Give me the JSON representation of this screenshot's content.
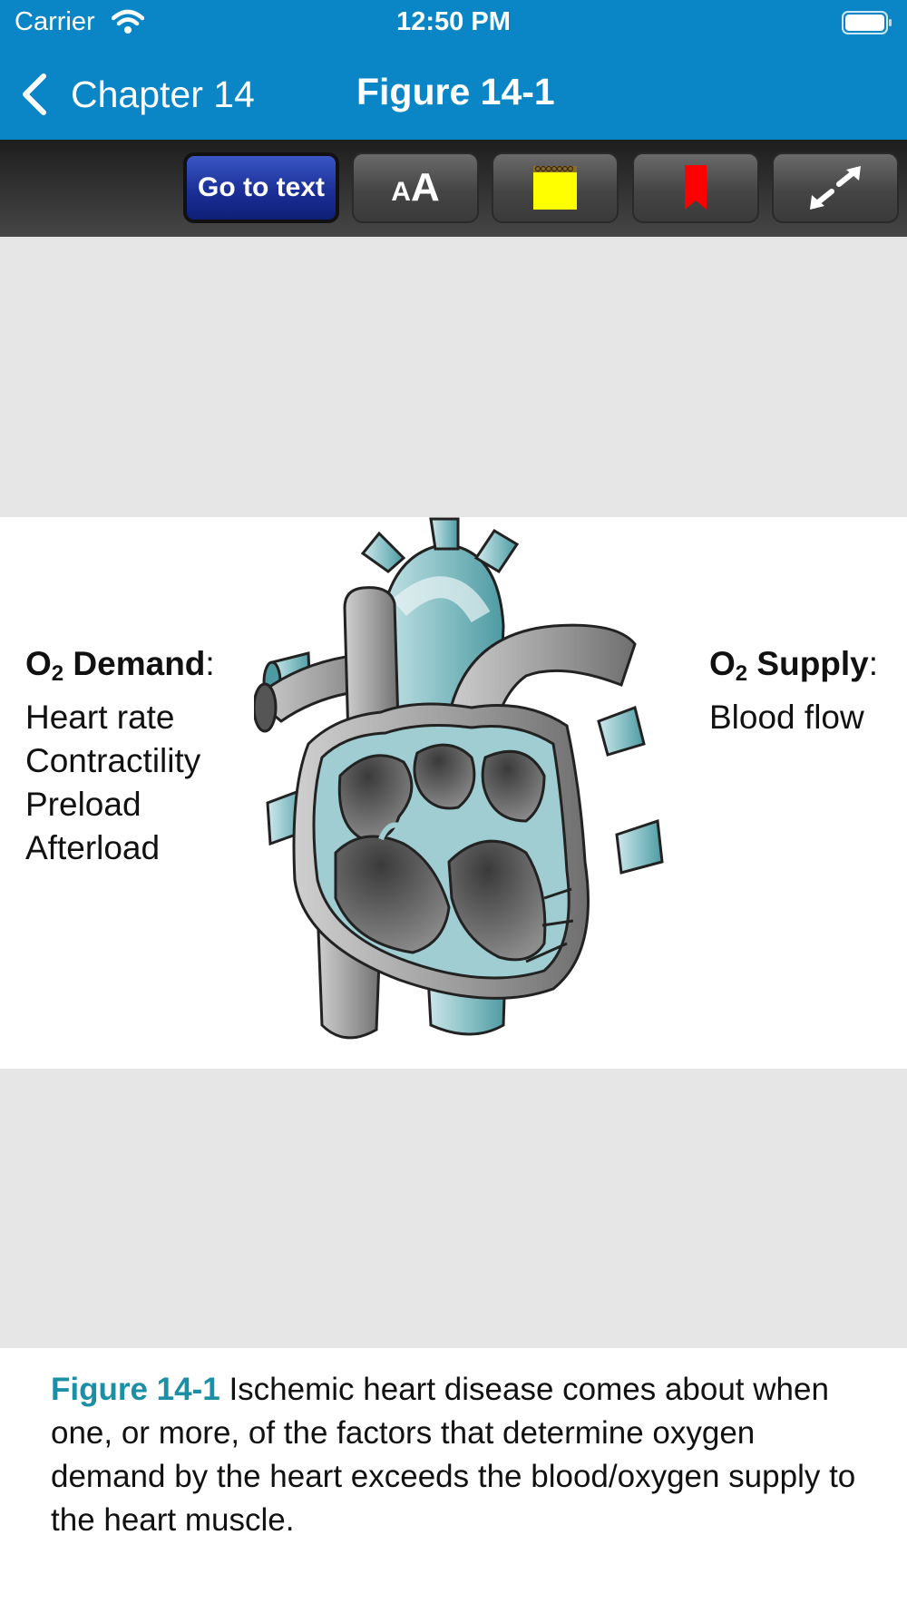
{
  "status_bar": {
    "carrier": "Carrier",
    "time": "12:50 PM"
  },
  "nav": {
    "back_label": "Chapter 14",
    "title": "Figure 14-1"
  },
  "toolbar": {
    "goto_label": "Go to text",
    "font_small": "A",
    "font_large": "A",
    "icons": [
      "font-size-icon",
      "note-icon",
      "bookmark-icon",
      "expand-icon"
    ]
  },
  "figure": {
    "demand_heading": "Demand",
    "demand_o": "O",
    "demand_sub": "2",
    "demand_items": [
      "Heart rate",
      "Contractility",
      "Preload",
      "Afterload"
    ],
    "supply_heading": "Supply",
    "supply_o": "O",
    "supply_sub": "2",
    "supply_items": [
      "Blood flow"
    ],
    "colon": ":"
  },
  "caption": {
    "label": "Figure 14-1",
    "text": " Ischemic heart disease comes about when one, or more, of the factors that determine oxygen demand by the heart exceeds the blood/oxygen supply to the heart muscle."
  },
  "colors": {
    "header_blue": "#0a86c6",
    "goto_button": "#1b2f97",
    "caption_label": "#1a8fa6",
    "note_yellow": "#ffff00",
    "bookmark_red": "#ff0000",
    "heart_teal": "#9fcdd1",
    "heart_gray": "#9a9a9a"
  }
}
